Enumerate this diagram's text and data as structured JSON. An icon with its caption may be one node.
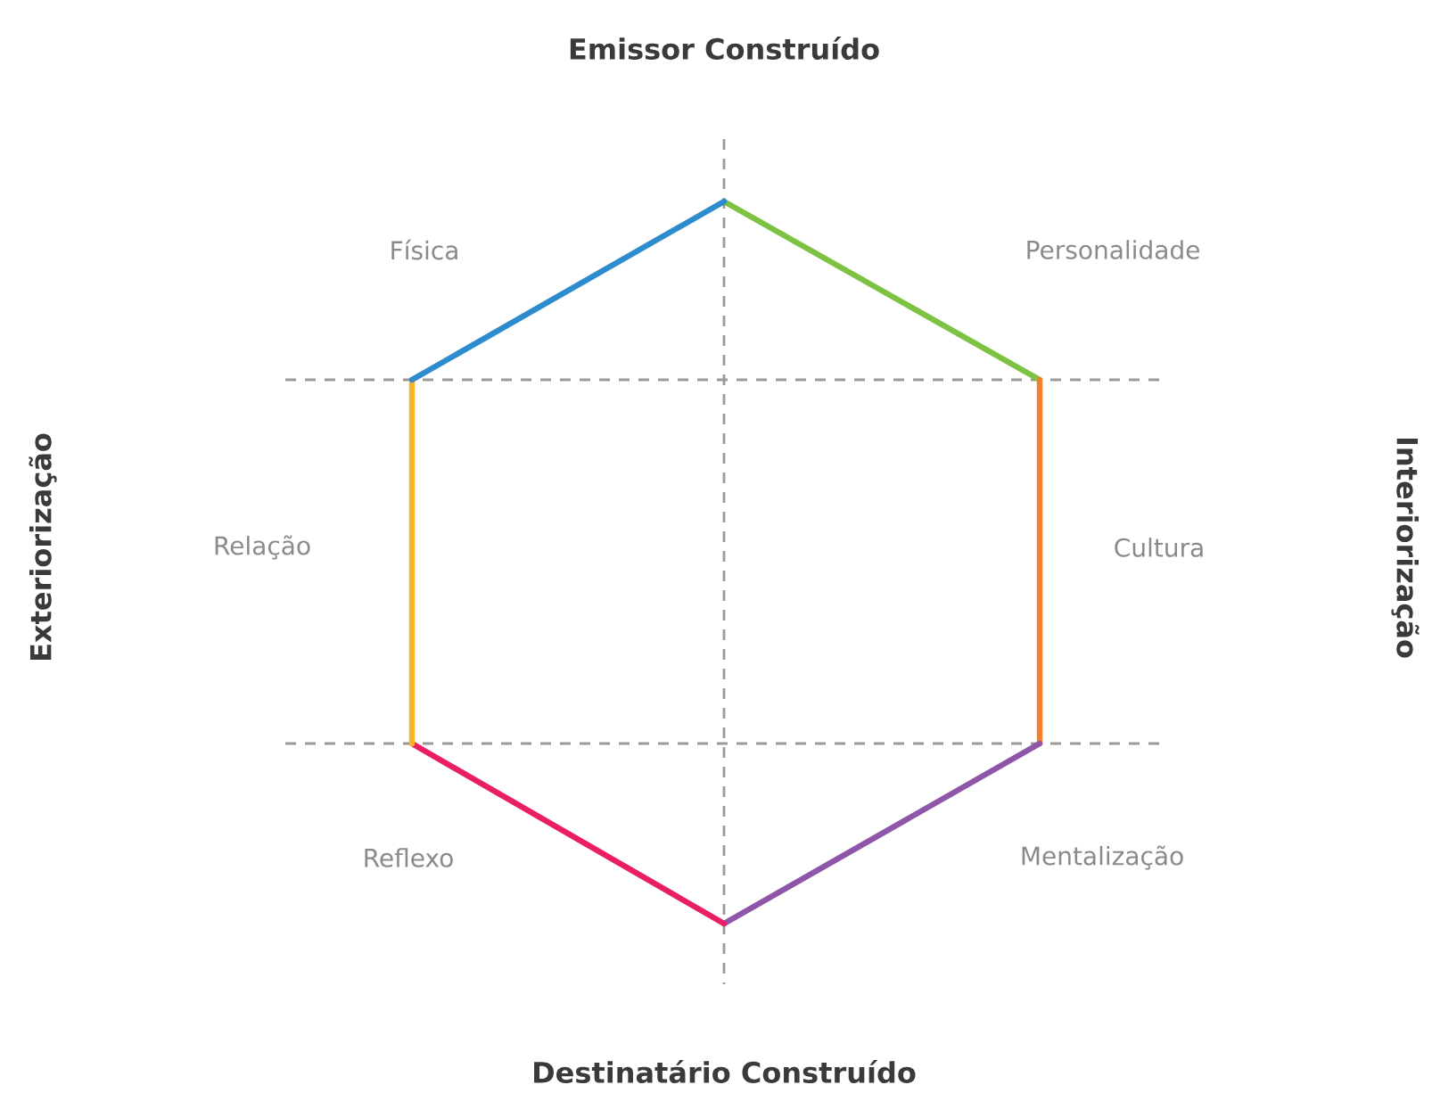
{
  "diagram": {
    "labels": [
      "Emissor Construído",
      "Física",
      "Personalidade",
      "Exteriorização",
      "Relação",
      "Cultura",
      "Interiorização",
      "Reflexo",
      "Mentalização",
      "Destinatário Construído"
    ]
  }
}
